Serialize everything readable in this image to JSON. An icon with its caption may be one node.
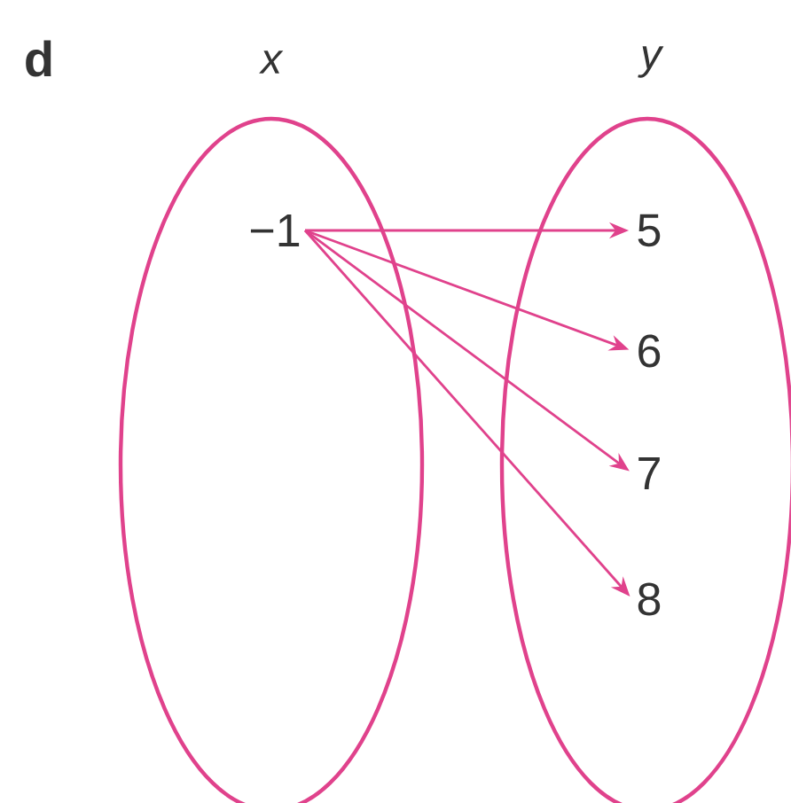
{
  "diagram": {
    "nodes": [
      {
        "text": [
          "x"
        ]
      },
      {
        "text": [
          "−1"
        ],
        "in": 0
      },
      {
        "text": [
          "y"
        ]
      },
      {
        "text": [
          "5"
        ],
        "in": 2
      },
      {
        "text": [
          "6"
        ],
        "in": 2
      },
      {
        "text": [
          "7"
        ],
        "in": 2
      },
      {
        "text": [
          "8"
        ],
        "in": 2
      }
    ],
    "edges": [
      {
        "from": 1,
        "to": 3,
        "arrow": "to"
      },
      {
        "from": 1,
        "to": 4,
        "arrow": "to"
      },
      {
        "from": 1,
        "to": 5,
        "arrow": "to"
      },
      {
        "from": 1,
        "to": 6,
        "arrow": "to"
      }
    ],
    "labels": [
      "d"
    ]
  }
}
